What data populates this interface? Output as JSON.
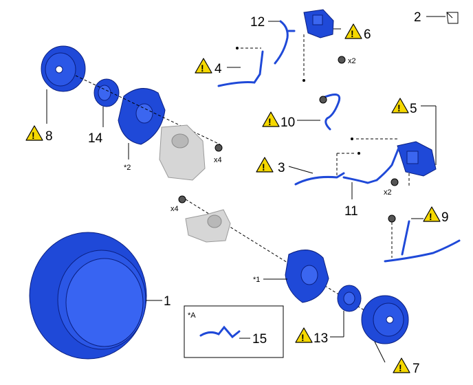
{
  "callouts": {
    "n1": "1",
    "n2": "2",
    "n3": "3",
    "n4": "4",
    "n5": "5",
    "n6": "6",
    "n7": "7",
    "n8": "8",
    "n9": "9",
    "n10": "10",
    "n11": "11",
    "n12": "12",
    "n13": "13",
    "n14": "14",
    "n15": "15"
  },
  "notes": {
    "star1": "*1",
    "star2": "*2",
    "starA": "*A",
    "x4_upper": "x4",
    "x4_lower": "x4",
    "x2_upper": "x2",
    "x2_lower": "x2"
  },
  "warning_symbol": "!",
  "colors": {
    "part": "#1f49d8",
    "part_outline": "#0a1f80",
    "warning": "#f5d800",
    "ref_part": "#d6d6d6"
  }
}
